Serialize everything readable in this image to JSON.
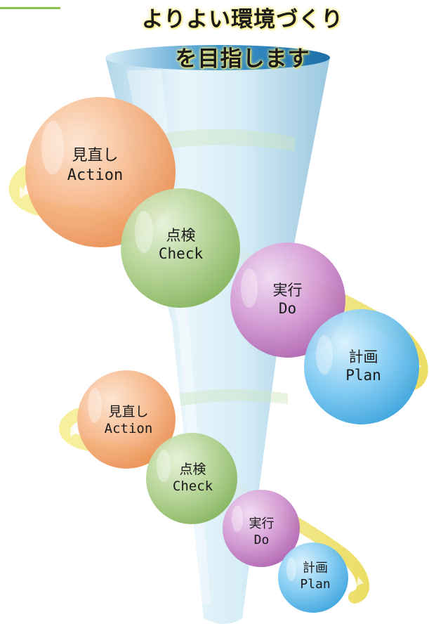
{
  "title": {
    "line1": "よりよい環境づくり",
    "line2": "を目指します"
  },
  "cycles": [
    {
      "action": {
        "ja": "見直し",
        "en": "Action"
      },
      "check": {
        "ja": "点検",
        "en": "Check"
      },
      "do": {
        "ja": "実行",
        "en": "Do"
      },
      "plan": {
        "ja": "計画",
        "en": "Plan"
      }
    },
    {
      "action": {
        "ja": "見直し",
        "en": "Action"
      },
      "check": {
        "ja": "点検",
        "en": "Check"
      },
      "do": {
        "ja": "実行",
        "en": "Do"
      },
      "plan": {
        "ja": "計画",
        "en": "Plan"
      }
    }
  ],
  "colors": {
    "action": "#f4a873",
    "check": "#a9cc85",
    "do": "#cc8fcc",
    "plan": "#6fc3f0",
    "ring": "#f2e463",
    "funnel": "#bfe0ee",
    "accent": "#8bc34a"
  }
}
